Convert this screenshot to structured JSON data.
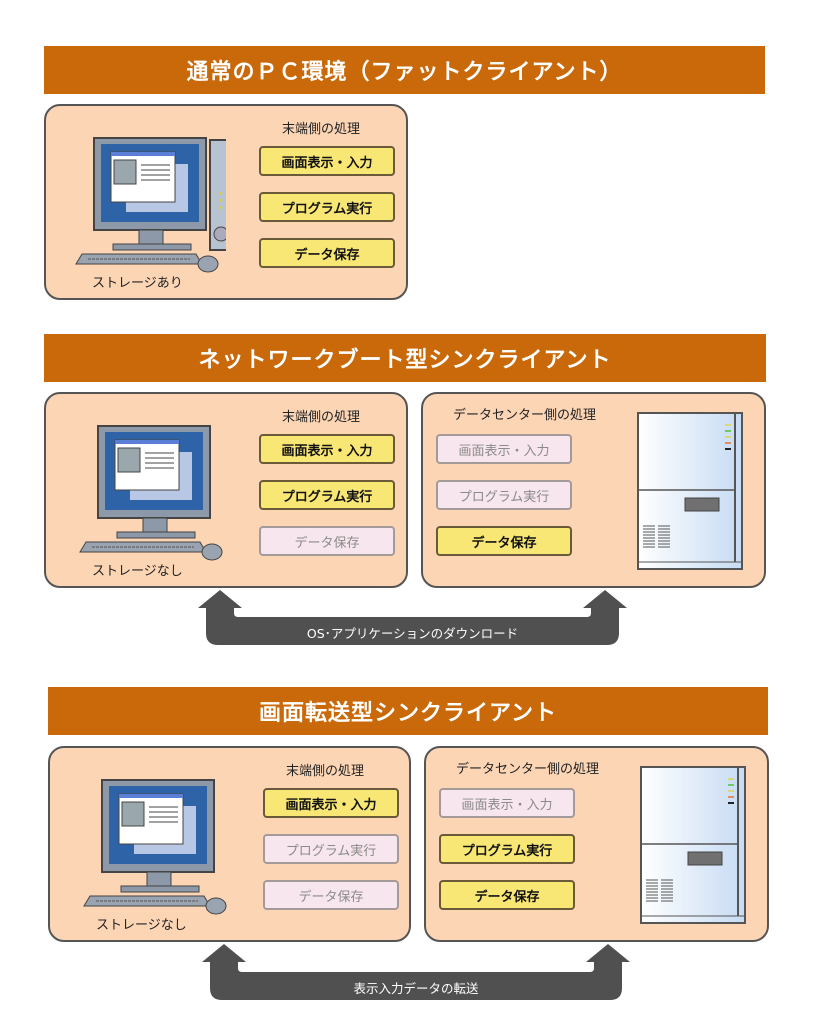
{
  "colors": {
    "banner": "#c9690a",
    "panel": "#fcd5b5",
    "active": "#f8e774",
    "inactive": "#f8e6ee",
    "arrow": "#505050"
  },
  "sections": [
    {
      "title": "通常のＰＣ環境（ファットクライアント）",
      "terminal": {
        "label": "末端側の処理",
        "storage": "ストレージあり",
        "tasks": [
          {
            "label": "画面表示・入力",
            "active": true
          },
          {
            "label": "プログラム実行",
            "active": true
          },
          {
            "label": "データ保存",
            "active": true
          }
        ]
      }
    },
    {
      "title": "ネットワークブート型シンクライアント",
      "terminal": {
        "label": "末端側の処理",
        "storage": "ストレージなし",
        "tasks": [
          {
            "label": "画面表示・入力",
            "active": true
          },
          {
            "label": "プログラム実行",
            "active": true
          },
          {
            "label": "データ保存",
            "active": false
          }
        ]
      },
      "datacenter": {
        "label": "データセンター側の処理",
        "tasks": [
          {
            "label": "画面表示・入力",
            "active": false
          },
          {
            "label": "プログラム実行",
            "active": false
          },
          {
            "label": "データ保存",
            "active": true
          }
        ]
      },
      "transfer": "OS･アプリケーションのダウンロード"
    },
    {
      "title": "画面転送型シンクライアント",
      "terminal": {
        "label": "末端側の処理",
        "storage": "ストレージなし",
        "tasks": [
          {
            "label": "画面表示・入力",
            "active": true
          },
          {
            "label": "プログラム実行",
            "active": false
          },
          {
            "label": "データ保存",
            "active": false
          }
        ]
      },
      "datacenter": {
        "label": "データセンター側の処理",
        "tasks": [
          {
            "label": "画面表示・入力",
            "active": false
          },
          {
            "label": "プログラム実行",
            "active": true
          },
          {
            "label": "データ保存",
            "active": true
          }
        ]
      },
      "transfer": "表示入力データの転送"
    }
  ]
}
